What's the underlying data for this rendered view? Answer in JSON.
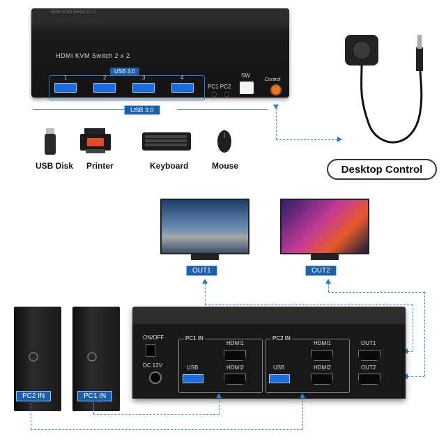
{
  "device": {
    "front_title": "HDMI KVM Switch 2 x 2",
    "top_text": "HDMI KVM Switch 2 x 2",
    "usb_box_label": "USB 3.0",
    "port_numbers": [
      "1",
      "2",
      "3",
      "4"
    ],
    "pc_labels": "PC1 PC2",
    "sw_label": "SW",
    "control_label": "Control"
  },
  "usb_section": {
    "label": "USB 3.0",
    "devices": [
      "USB Disk",
      "Printer",
      "Keyboard",
      "Mouse"
    ]
  },
  "desktop_control": {
    "label": "Desktop Control"
  },
  "outputs": {
    "out1": "OUT1",
    "out2": "OUT2"
  },
  "inputs": {
    "pc1": "PC1 IN",
    "pc2": "PC2 IN"
  },
  "back_panel": {
    "power_label": "ON/OFF",
    "dc_label": "DC 12V",
    "group1_title": "PC1 IN",
    "group2_title": "PC2 IN",
    "hdmi1": "HDMI1",
    "hdmi2": "HDMI2",
    "usb": "USB",
    "out1": "OUT1",
    "out2": "OUT2"
  },
  "colors": {
    "accent": "#2f78c9",
    "tag_bg": "#1e5fa8",
    "control_port": "#e17a2c"
  },
  "icons": [
    "usb-disk-icon",
    "printer-icon",
    "keyboard-icon",
    "mouse-icon",
    "desktop-controller-icon",
    "monitor-icon",
    "pc-tower-icon"
  ]
}
